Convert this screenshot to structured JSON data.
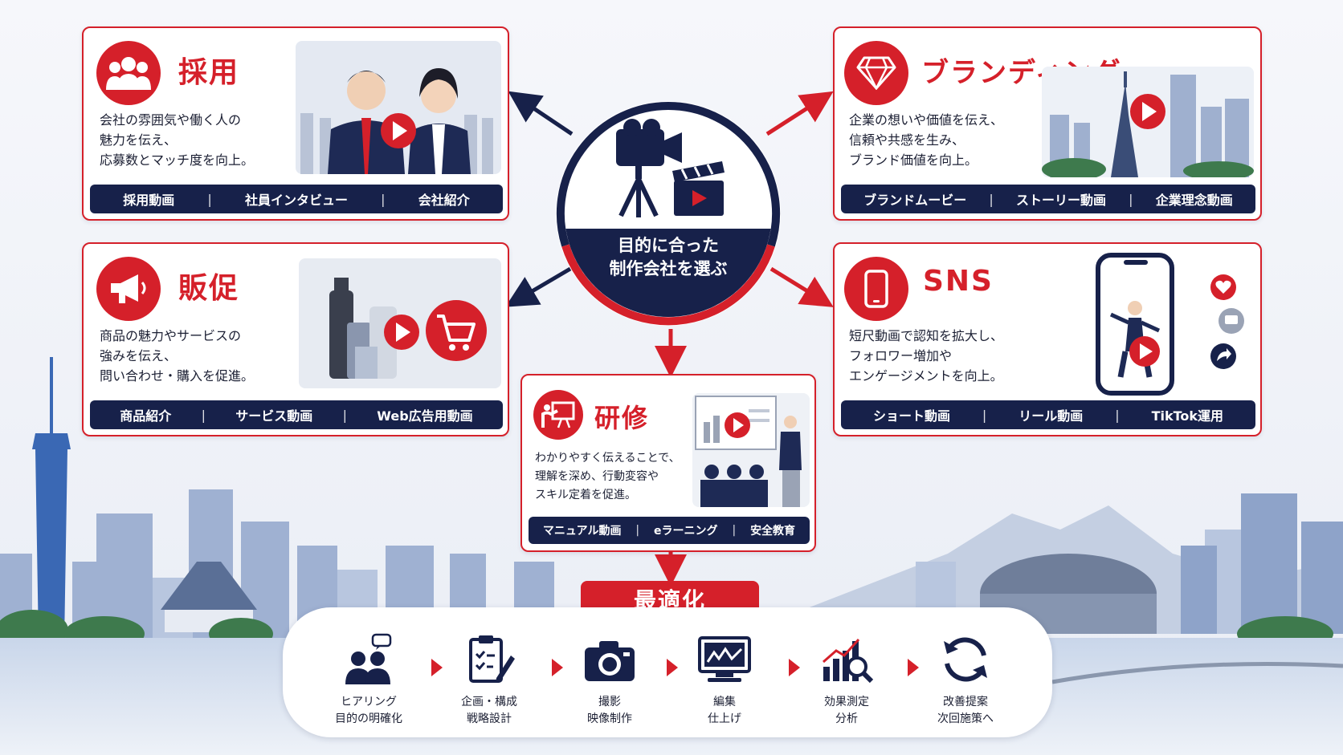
{
  "colors": {
    "accent": "#d5202a",
    "navy": "#17214a",
    "text": "#1b1f33"
  },
  "center": {
    "line1": "目的に合った",
    "line2": "制作会社を選ぶ",
    "icon": "video-camera-clapperboard-icon"
  },
  "cards": {
    "saiyo": {
      "title": "採用",
      "icon": "people-group-icon",
      "desc": [
        "会社の雰囲気や働く人の",
        "魅力を伝え、",
        "応募数とマッチ度を向上。"
      ],
      "tags": [
        "採用動画",
        "社員インタビュー",
        "会社紹介"
      ]
    },
    "branding": {
      "title": "ブランディング",
      "icon": "diamond-icon",
      "desc": [
        "企業の想いや価値を伝え、",
        "信頼や共感を生み、",
        "ブランド価値を向上。"
      ],
      "tags": [
        "ブランドムービー",
        "ストーリー動画",
        "企業理念動画"
      ]
    },
    "hansoku": {
      "title": "販促",
      "icon": "megaphone-icon",
      "desc": [
        "商品の魅力やサービスの",
        "強みを伝え、",
        "問い合わせ・購入を促進。"
      ],
      "tags": [
        "商品紹介",
        "サービス動画",
        "Web広告用動画"
      ]
    },
    "sns": {
      "title": "SNS",
      "icon": "smartphone-icon",
      "desc": [
        "短尺動画で認知を拡大し、",
        "フォロワー増加や",
        "エンゲージメントを向上。"
      ],
      "tags": [
        "ショート動画",
        "リール動画",
        "TikTok運用"
      ]
    },
    "kenshu": {
      "title": "研修",
      "icon": "presentation-board-icon",
      "desc": [
        "わかりやすく伝えることで、",
        "理解を深め、行動変容や",
        "スキル定着を促進。"
      ],
      "tags": [
        "マニュアル動画",
        "eラーニング",
        "安全教育"
      ]
    }
  },
  "separator": "|",
  "optimization": {
    "label": "最適化"
  },
  "process_steps": [
    {
      "line1": "ヒアリング",
      "line2": "目的の明確化",
      "icon": "people-chat-icon"
    },
    {
      "line1": "企画・構成",
      "line2": "戦略設計",
      "icon": "clipboard-pen-icon"
    },
    {
      "line1": "撮影",
      "line2": "映像制作",
      "icon": "camera-icon"
    },
    {
      "line1": "編集",
      "line2": "仕上げ",
      "icon": "monitor-edit-icon"
    },
    {
      "line1": "効果測定",
      "line2": "分析",
      "icon": "chart-magnifier-icon"
    },
    {
      "line1": "改善提案",
      "line2": "次回施策へ",
      "icon": "refresh-cycle-icon"
    }
  ]
}
